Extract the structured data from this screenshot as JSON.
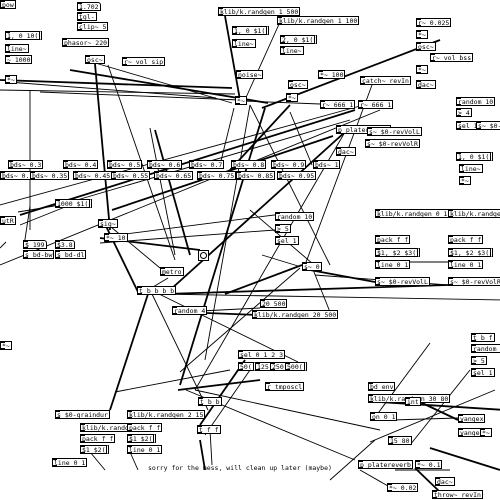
{
  "boxes": [
    {
      "t": "1.702",
      "k": "num"
    },
    {
      "t": "tgl-",
      "k": "obj"
    },
    {
      "t": "clip~ 5",
      "k": "obj"
    },
    {
      "t": "phasor~ 220",
      "k": "obj"
    },
    {
      "t": "osc~",
      "k": "obj"
    },
    {
      "t": "r~ vol_sip",
      "k": "obj"
    },
    {
      "t": "1, 0 10(",
      "k": "msg"
    },
    {
      "t": "line~",
      "k": "obj"
    },
    {
      "t": "~ 1000",
      "k": "obj"
    },
    {
      "t": "*~",
      "k": "obj"
    },
    {
      "t": "klib/k.randgen 1 500",
      "k": "obj"
    },
    {
      "t": "klib/k.randgen 1 100",
      "k": "obj"
    },
    {
      "t": "1, 0 $1(",
      "k": "msg"
    },
    {
      "t": "2, 0 $1(",
      "k": "msg"
    },
    {
      "t": "line~",
      "k": "obj"
    },
    {
      "t": "line~",
      "k": "obj"
    },
    {
      "t": "noise~",
      "k": "obj"
    },
    {
      "t": "*~",
      "k": "obj"
    },
    {
      "t": "*~ 100",
      "k": "obj"
    },
    {
      "t": "osc~",
      "k": "obj"
    },
    {
      "t": "*~",
      "k": "obj"
    },
    {
      "t": "catch~ revIn",
      "k": "obj"
    },
    {
      "t": "r~ 666 1",
      "k": "obj"
    },
    {
      "t": "r~ 666 1",
      "k": "obj"
    },
    {
      "t": "p_platereverb",
      "k": "obj"
    },
    {
      "t": "s~ $0-revVolL",
      "k": "obj"
    },
    {
      "t": "dac~",
      "k": "obj"
    },
    {
      "t": "s~ $0-revVolR",
      "k": "obj"
    },
    {
      "t": "r~ 0.025",
      "k": "obj"
    },
    {
      "t": "*~",
      "k": "obj"
    },
    {
      "t": "osc~",
      "k": "obj"
    },
    {
      "t": "r~ vol_bss",
      "k": "obj"
    },
    {
      "t": "*~",
      "k": "obj"
    },
    {
      "t": "dac~",
      "k": "obj"
    },
    {
      "t": "random 10",
      "k": "obj"
    },
    {
      "t": "> 4",
      "k": "obj"
    },
    {
      "t": "sel 1",
      "k": "obj"
    },
    {
      "t": "s~ $0-gr",
      "k": "obj"
    },
    {
      "t": "1, 0 $1(",
      "k": "msg"
    },
    {
      "t": "line~",
      "k": "obj"
    },
    {
      "t": "*~",
      "k": "obj"
    },
    {
      "t": "bds~ 0.3",
      "k": "obj"
    },
    {
      "t": "bds~ 0.4",
      "k": "obj"
    },
    {
      "t": "bds~ 0.5",
      "k": "obj"
    },
    {
      "t": "bds~ 0.6",
      "k": "obj"
    },
    {
      "t": "bds~ 0.7",
      "k": "obj"
    },
    {
      "t": "bds~ 0.8",
      "k": "obj"
    },
    {
      "t": "bds~ 0.9",
      "k": "obj"
    },
    {
      "t": "bds~ 1",
      "k": "obj"
    },
    {
      "t": "bds~ 0.25",
      "k": "obj"
    },
    {
      "t": "bds~ 0.35",
      "k": "obj"
    },
    {
      "t": "bds~ 0.45",
      "k": "obj"
    },
    {
      "t": "bds~ 0.55",
      "k": "obj"
    },
    {
      "t": "bds~ 0.65",
      "k": "obj"
    },
    {
      "t": "bds~ 0.75",
      "k": "obj"
    },
    {
      "t": "bds~ 0.85",
      "k": "obj"
    },
    {
      "t": "bds~ 0.95",
      "k": "obj"
    },
    {
      "t": "utR",
      "k": "obj"
    },
    {
      "t": "1000 $1(",
      "k": "msg"
    },
    {
      "t": "sig~",
      "k": "obj"
    },
    {
      "t": "*~ 10",
      "k": "obj"
    },
    {
      "t": "$ 199",
      "k": "num"
    },
    {
      "t": "s bd-bw",
      "k": "obj"
    },
    {
      "t": "$3.8",
      "k": "num"
    },
    {
      "t": "s bd-dl",
      "k": "obj"
    },
    {
      "t": "random 10",
      "k": "obj"
    },
    {
      "t": "> 5",
      "k": "obj"
    },
    {
      "t": "sel 1",
      "k": "obj"
    },
    {
      "t": "s~ 0",
      "k": "obj"
    },
    {
      "t": "klib/k.randgen 0 1",
      "k": "obj"
    },
    {
      "t": "klib/k.randgen 0 1",
      "k": "obj"
    },
    {
      "t": "pack f f",
      "k": "obj"
    },
    {
      "t": "pack f f",
      "k": "obj"
    },
    {
      "t": "$1, $2 $3(",
      "k": "msg"
    },
    {
      "t": "$1, $2 $3(",
      "k": "msg"
    },
    {
      "t": "line 0 1",
      "k": "obj"
    },
    {
      "t": "line 0 1",
      "k": "obj"
    },
    {
      "t": "s~ $0-revVolL",
      "k": "obj"
    },
    {
      "t": "s~ $0-revVolR",
      "k": "obj"
    },
    {
      "t": "metro",
      "k": "obj"
    },
    {
      "t": "t b b b b",
      "k": "obj"
    },
    {
      "t": "random 4",
      "k": "obj"
    },
    {
      "t": "20 500",
      "k": "obj"
    },
    {
      "t": "klib/k.randgen 20 500",
      "k": "obj"
    },
    {
      "t": "sel 0 1 2 3",
      "k": "obj"
    },
    {
      "t": "50(",
      "k": "msg"
    },
    {
      "t": "125(",
      "k": "msg"
    },
    {
      "t": "250(",
      "k": "msg"
    },
    {
      "t": "500(",
      "k": "msg"
    },
    {
      "t": "r tmposcl",
      "k": "obj"
    },
    {
      "t": "t b b",
      "k": "obj"
    },
    {
      "t": "s $0-graindur",
      "k": "obj"
    },
    {
      "t": "klib/k.randgen 2 15",
      "k": "obj"
    },
    {
      "t": "klib/k.randgen 1 10",
      "k": "obj"
    },
    {
      "t": "pack f f",
      "k": "obj"
    },
    {
      "t": "pack f f",
      "k": "obj"
    },
    {
      "t": "$1 $2(",
      "k": "msg"
    },
    {
      "t": "$1 $2(",
      "k": "msg"
    },
    {
      "t": "line 0 1",
      "k": "obj"
    },
    {
      "t": "line 0 1",
      "k": "obj"
    },
    {
      "t": "t f f",
      "k": "obj"
    },
    {
      "t": "t b f",
      "k": "obj"
    },
    {
      "t": "random 10",
      "k": "obj"
    },
    {
      "t": "> 5",
      "k": "obj"
    },
    {
      "t": "sel 1",
      "k": "obj"
    },
    {
      "t": "bd env",
      "k": "obj"
    },
    {
      "t": "klib/k.randgen 30 80",
      "k": "obj"
    },
    {
      "t": "int",
      "k": "obj"
    },
    {
      "t": "vangex",
      "k": "obj"
    },
    {
      "t": "vangex",
      "k": "obj"
    },
    {
      "t": "15 80",
      "k": "obj"
    },
    {
      "t": "p_platereverb",
      "k": "obj"
    },
    {
      "t": "*~ 0.1",
      "k": "obj"
    },
    {
      "t": "*~ 0.02",
      "k": "obj"
    },
    {
      "t": "dac~",
      "k": "obj"
    },
    {
      "t": "throw~ revIn",
      "k": "obj"
    },
    {
      "t": "*~",
      "k": "obj"
    },
    {
      "t": "on 0 1",
      "k": "obj"
    },
    {
      "t": "*~",
      "k": "obj"
    },
    {
      "t": "pow",
      "k": "obj"
    }
  ],
  "comment": "sorry for the mess, will clean up later (maybe)"
}
